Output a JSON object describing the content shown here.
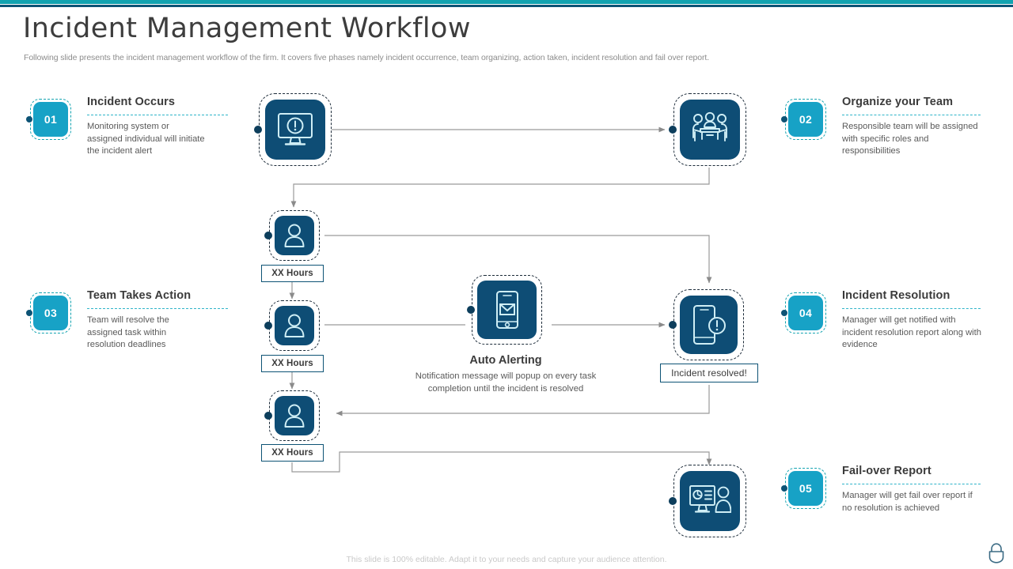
{
  "header": {
    "title": "Incident Management Workflow",
    "subtitle": "Following slide presents the incident management workflow of the firm. It covers five phases namely incident occurrence, team organizing, action taken, incident resolution and fail over report."
  },
  "theme": {
    "accent_teal": "#12A3B0",
    "accent_navy": "#0D5375",
    "badge_fill": "#17A2C6",
    "node_fill": "#0E4D75",
    "connector": "#9a9a9a"
  },
  "steps": [
    {
      "number": "01",
      "title": "Incident Occurs",
      "description": "Monitoring system or assigned individual will initiate the incident alert"
    },
    {
      "number": "02",
      "title": "Organize your Team",
      "description": "Responsible team will be assigned with specific roles and responsibilities"
    },
    {
      "number": "03",
      "title": "Team Takes Action",
      "description": "Team will resolve the assigned task within resolution deadlines"
    },
    {
      "number": "04",
      "title": "Incident Resolution",
      "description": "Manager will get notified with incident resolution report along with evidence"
    },
    {
      "number": "05",
      "title": "Fail-over Report",
      "description": "Manager will get fail over report if no resolution is achieved"
    }
  ],
  "nodes": [
    {
      "id": "incident",
      "icon": "monitor-alert-icon"
    },
    {
      "id": "team",
      "icon": "team-meeting-icon"
    },
    {
      "id": "task1",
      "icon": "user-icon"
    },
    {
      "id": "task2",
      "icon": "user-icon"
    },
    {
      "id": "task3",
      "icon": "user-icon"
    },
    {
      "id": "alerting",
      "icon": "phone-mail-icon"
    },
    {
      "id": "resolution",
      "icon": "phone-alert-icon"
    },
    {
      "id": "failover",
      "icon": "report-person-icon"
    }
  ],
  "tags": {
    "hours_1": "XX Hours",
    "hours_2": "XX Hours",
    "hours_3": "XX Hours",
    "resolved": "Incident resolved!"
  },
  "alerting": {
    "title": "Auto Alerting",
    "description": "Notification message will popup on every task completion until the incident is resolved"
  },
  "footer": {
    "note": "This slide is 100% editable. Adapt it to your  needs and capture your audience attention.",
    "icon": "lock-icon"
  }
}
